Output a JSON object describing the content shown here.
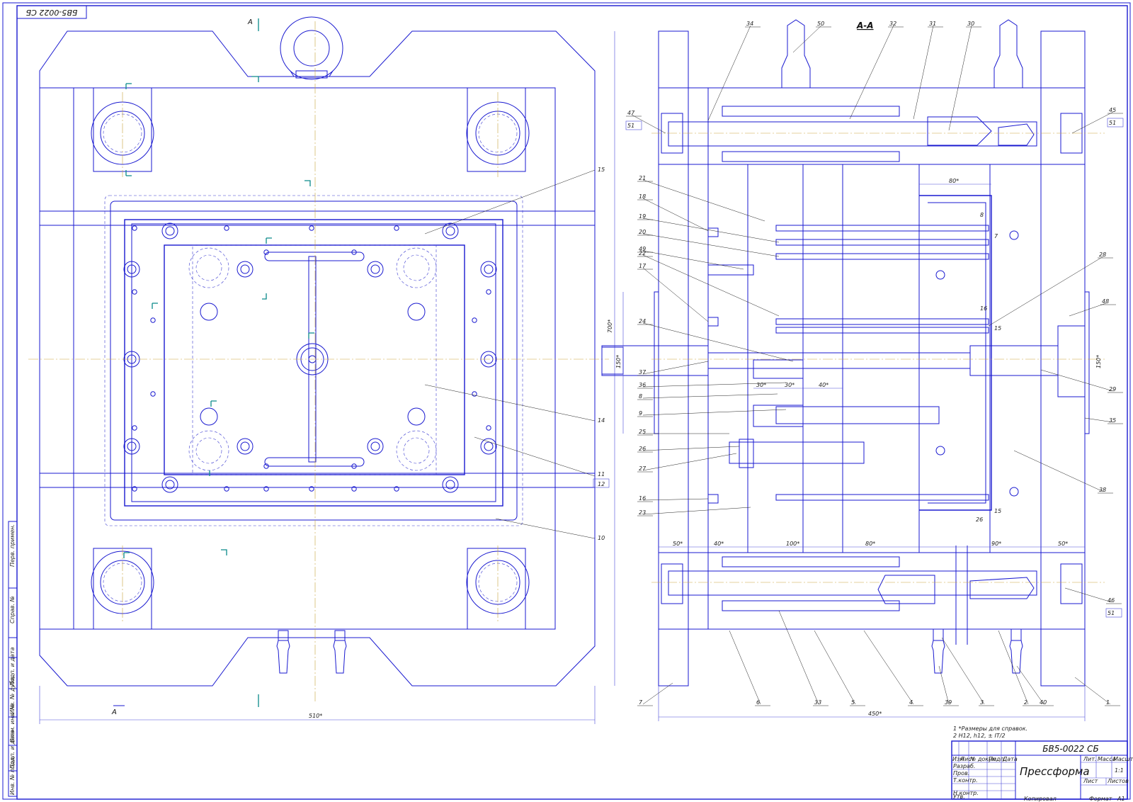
{
  "drawing": {
    "code_rotated": "БВ5-0022 СБ",
    "section_label": "А-А",
    "cut_mark": "А",
    "dimensions": {
      "overall_width_front": "510*",
      "overall_width_section": "450*",
      "height_front": "700*",
      "sprue_dia_left": "150*",
      "sprue_dia_right": "150*",
      "stack": [
        "50*",
        "40*",
        "100*",
        "80*",
        "90*",
        "50*"
      ],
      "inner": [
        "30*",
        "30*",
        "40*"
      ],
      "top_80": "80*",
      "small": [
        "8",
        "7",
        "16",
        "15",
        "26",
        "15"
      ]
    },
    "positions_front": [
      "15",
      "14",
      "11",
      "12",
      "10"
    ],
    "positions_section_left": [
      "21",
      "18",
      "19",
      "20",
      "49",
      "22",
      "17",
      "24",
      "37",
      "36",
      "8",
      "9",
      "25",
      "26",
      "27",
      "16",
      "23",
      "47",
      "51"
    ],
    "positions_section_top": [
      "34",
      "50",
      "32",
      "31",
      "30"
    ],
    "positions_section_right": [
      "45",
      "51",
      "28",
      "48",
      "29",
      "35",
      "38",
      "46",
      "51"
    ],
    "positions_section_bottom": [
      "7",
      "6",
      "33",
      "5",
      "4",
      "39",
      "3",
      "2",
      "40",
      "1"
    ],
    "notes": [
      "1 *Размеры для справок.",
      "2 H12, h12, ± IT/2"
    ]
  },
  "title_block": {
    "code": "БВ5-0022 СБ",
    "name": "Прессформа",
    "col_lit": "Лит.",
    "col_mass": "Масса",
    "col_scale": "Масштаб",
    "scale_value": "1:1",
    "sheet": "Лист",
    "sheets": "Листов",
    "rows": [
      "Разраб.",
      "Пров.",
      "Т.контр.",
      "",
      "Н.контр.",
      "Утв."
    ],
    "cols": [
      "Изм",
      "Лист",
      "№ докум.",
      "Подп.",
      "Дата"
    ],
    "copied": "Копировал",
    "format": "Формат",
    "format_value": "А1"
  },
  "side_stamps": [
    "Перв. примен.",
    "Справ. №",
    "Подп. и дата",
    "Инв. № дубл.",
    "Взам. инв. №",
    "Подп. и дата",
    "Инв. № подл."
  ]
}
